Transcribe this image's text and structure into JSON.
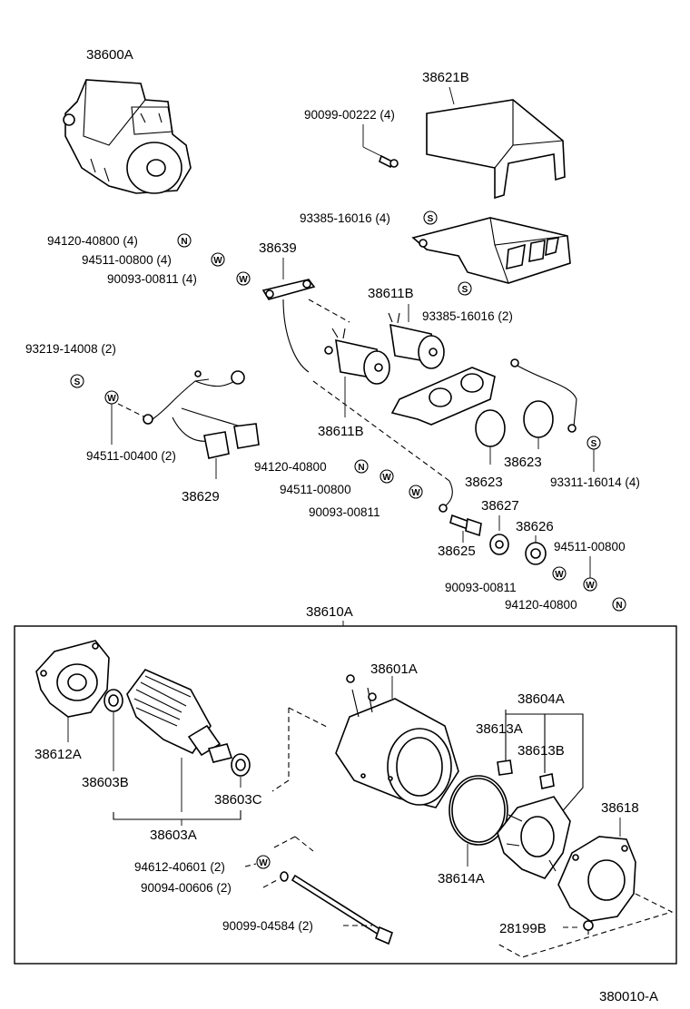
{
  "diagram_id": "380010-A",
  "assembly_label": "38610A",
  "symbols": {
    "S": "S",
    "W": "W",
    "N": "N"
  },
  "parts": {
    "p38600A": "38600A",
    "p38621B": "38621B",
    "p90099_00222": "90099-00222 (4)",
    "p93385_16016_4": "93385-16016 (4)",
    "p94120_40800_4": "94120-40800 (4)",
    "p94511_00800_4": "94511-00800 (4)",
    "p90093_00811_4": "90093-00811 (4)",
    "p38639": "38639",
    "p38611B_top": "38611B",
    "p93385_16016_2": "93385-16016 (2)",
    "p93219_14008": "93219-14008 (2)",
    "p94511_00400": "94511-00400 (2)",
    "p38629": "38629",
    "p38611B_mid": "38611B",
    "p94120_40800_a": "94120-40800",
    "p94511_00800_a": "94511-00800",
    "p90093_00811_a": "90093-00811",
    "p38623_a": "38623",
    "p38623_b": "38623",
    "p93311_16014": "93311-16014 (4)",
    "p38627": "38627",
    "p38626": "38626",
    "p38625": "38625",
    "p94511_00800_b": "94511-00800",
    "p90093_00811_b": "90093-00811",
    "p94120_40800_b": "94120-40800",
    "p38601A": "38601A",
    "p38604A": "38604A",
    "p38613A": "38613A",
    "p38613B": "38613B",
    "p38612A": "38612A",
    "p38603B": "38603B",
    "p38603C": "38603C",
    "p38603A": "38603A",
    "p38618": "38618",
    "p38614A": "38614A",
    "p94612_40601": "94612-40601 (2)",
    "p90094_00606": "90094-00606 (2)",
    "p90099_04584": "90099-04584 (2)",
    "p28199B": "28199B"
  }
}
